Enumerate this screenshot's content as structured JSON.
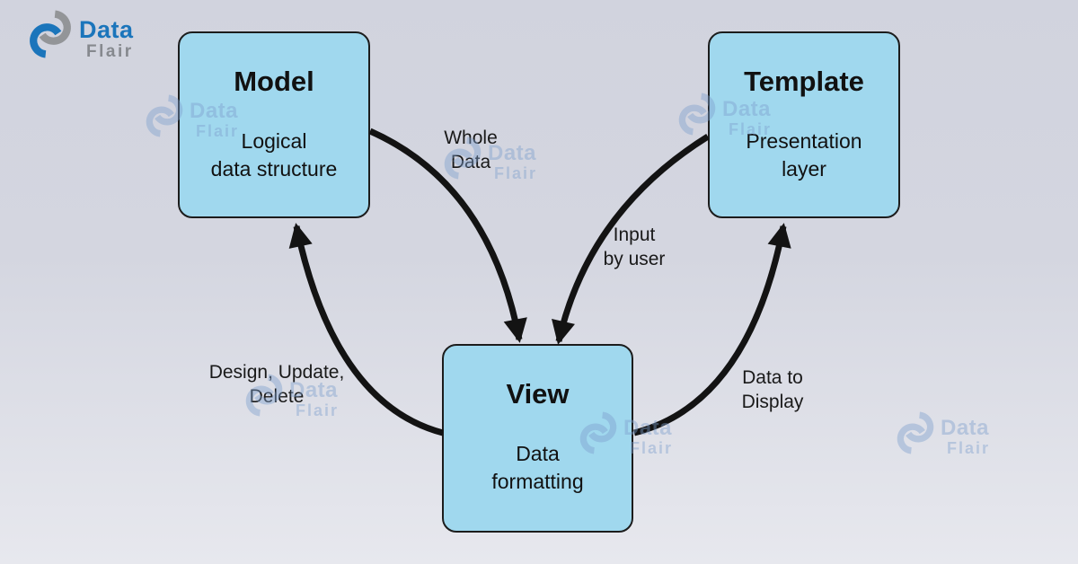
{
  "brand": {
    "name_part1": "Data",
    "name_part2": "Flair"
  },
  "watermark": {
    "line1": "Data",
    "line2": "Flair"
  },
  "diagram": {
    "nodes": {
      "model": {
        "title": "Model",
        "subtitle": "Logical\ndata structure"
      },
      "template": {
        "title": "Template",
        "subtitle": "Presentation\nlayer"
      },
      "view": {
        "title": "View",
        "subtitle": "Data\nformatting"
      }
    },
    "edges": {
      "model_to_view": {
        "from": "Model",
        "to": "View",
        "label": "Whole\nData"
      },
      "template_to_view": {
        "from": "Template",
        "to": "View",
        "label": "Input\nby user"
      },
      "view_to_model": {
        "from": "View",
        "to": "Model",
        "label": "Design, Update,\nDelete"
      },
      "view_to_template": {
        "from": "View",
        "to": "Template",
        "label": "Data to\nDisplay"
      }
    }
  },
  "colors": {
    "background_top": "#d1d3de",
    "background_bottom": "#e7e8ee",
    "node_fill": "#a0d8ee",
    "node_border": "#1c1c1c",
    "arrow": "#131313",
    "brand_blue": "#1b75bb",
    "brand_gray": "#86898e",
    "watermark_blue": "#7d9fcd"
  }
}
